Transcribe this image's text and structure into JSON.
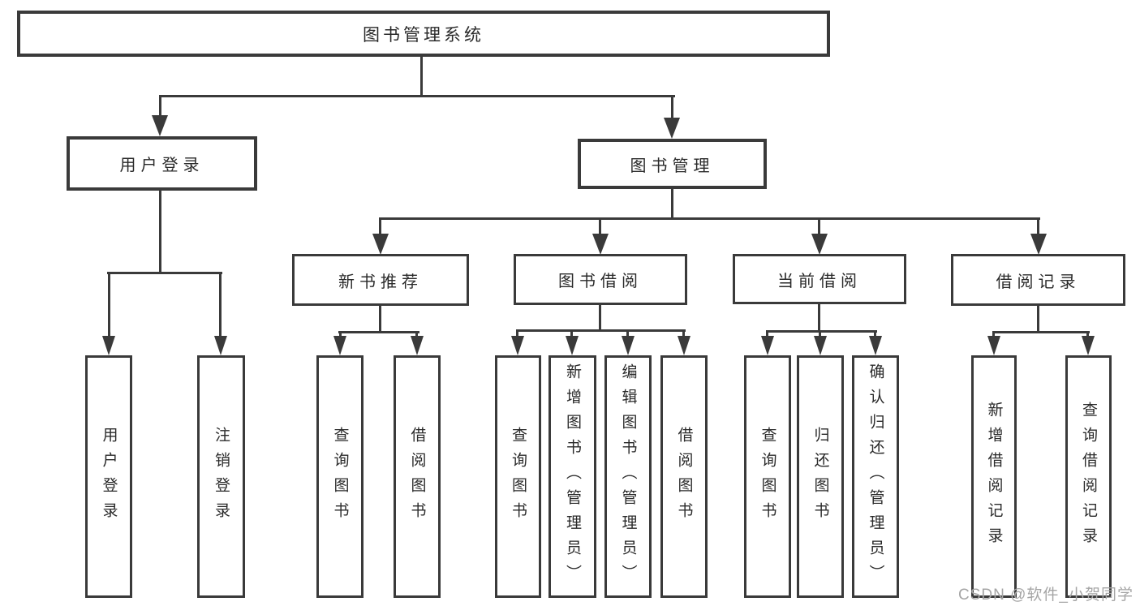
{
  "tree": {
    "root": {
      "label": "图书管理系统"
    },
    "branches": [
      {
        "label": "用户登录",
        "children": [
          {
            "label": "用户登录"
          },
          {
            "label": "注销登录"
          }
        ]
      },
      {
        "label": "图书管理",
        "children": [
          {
            "label": "新书推荐",
            "children": [
              {
                "label": "查询图书"
              },
              {
                "label": "借阅图书"
              }
            ]
          },
          {
            "label": "图书借阅",
            "children": [
              {
                "label": "查询图书"
              },
              {
                "label": "新增图书（管理员）"
              },
              {
                "label": "编辑图书（管理员）"
              },
              {
                "label": "借阅图书"
              }
            ]
          },
          {
            "label": "当前借阅",
            "children": [
              {
                "label": "查询图书"
              },
              {
                "label": "归还图书"
              },
              {
                "label": "确认归还（管理员）"
              }
            ]
          },
          {
            "label": "借阅记录",
            "children": [
              {
                "label": "新增借阅记录"
              },
              {
                "label": "查询借阅记录"
              }
            ]
          }
        ]
      }
    ]
  },
  "watermark": {
    "text": "CSDN @软件_小贺同学"
  },
  "colors": {
    "line": "#3a3a3a",
    "text": "#2a2a2a",
    "background": "#ffffff",
    "watermark": "#a5a5a5"
  }
}
